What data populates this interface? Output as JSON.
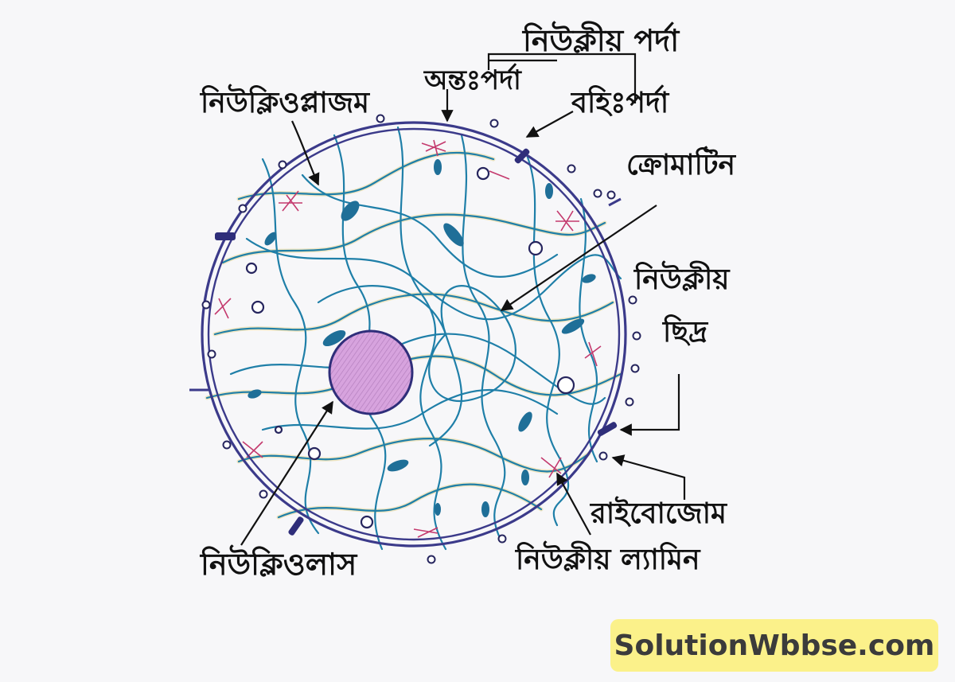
{
  "labels": {
    "nuclear_membrane": "নিউক্লীয় পর্দা",
    "inner_membrane": "অন্তঃপর্দা",
    "outer_membrane": "বহিঃপর্দা",
    "nucleoplasm": "নিউক্লিওপ্লাজম",
    "chromatin": "ক্রোমাটিন",
    "nuclear_pore_line1": "নিউক্লীয়",
    "nuclear_pore_line2": "ছিদ্র",
    "ribosome": "রাইবোজোম",
    "nucleolus": "নিউক্লিওলাস",
    "nuclear_lamina": "নিউক্লীয় ল্যামিন"
  },
  "watermark": "SolutionWbbse.com",
  "colors": {
    "membrane": "#3b3a8a",
    "chromatin_blue": "#1f7fa8",
    "chromatin_yellow": "#e0c96a",
    "nucleolus_fill": "#d7a3de",
    "nucleolus_stroke": "#2f2e7a",
    "lamin": "#c43a6e",
    "arrow": "#111111",
    "watermark_bg": "#fbf18a"
  }
}
